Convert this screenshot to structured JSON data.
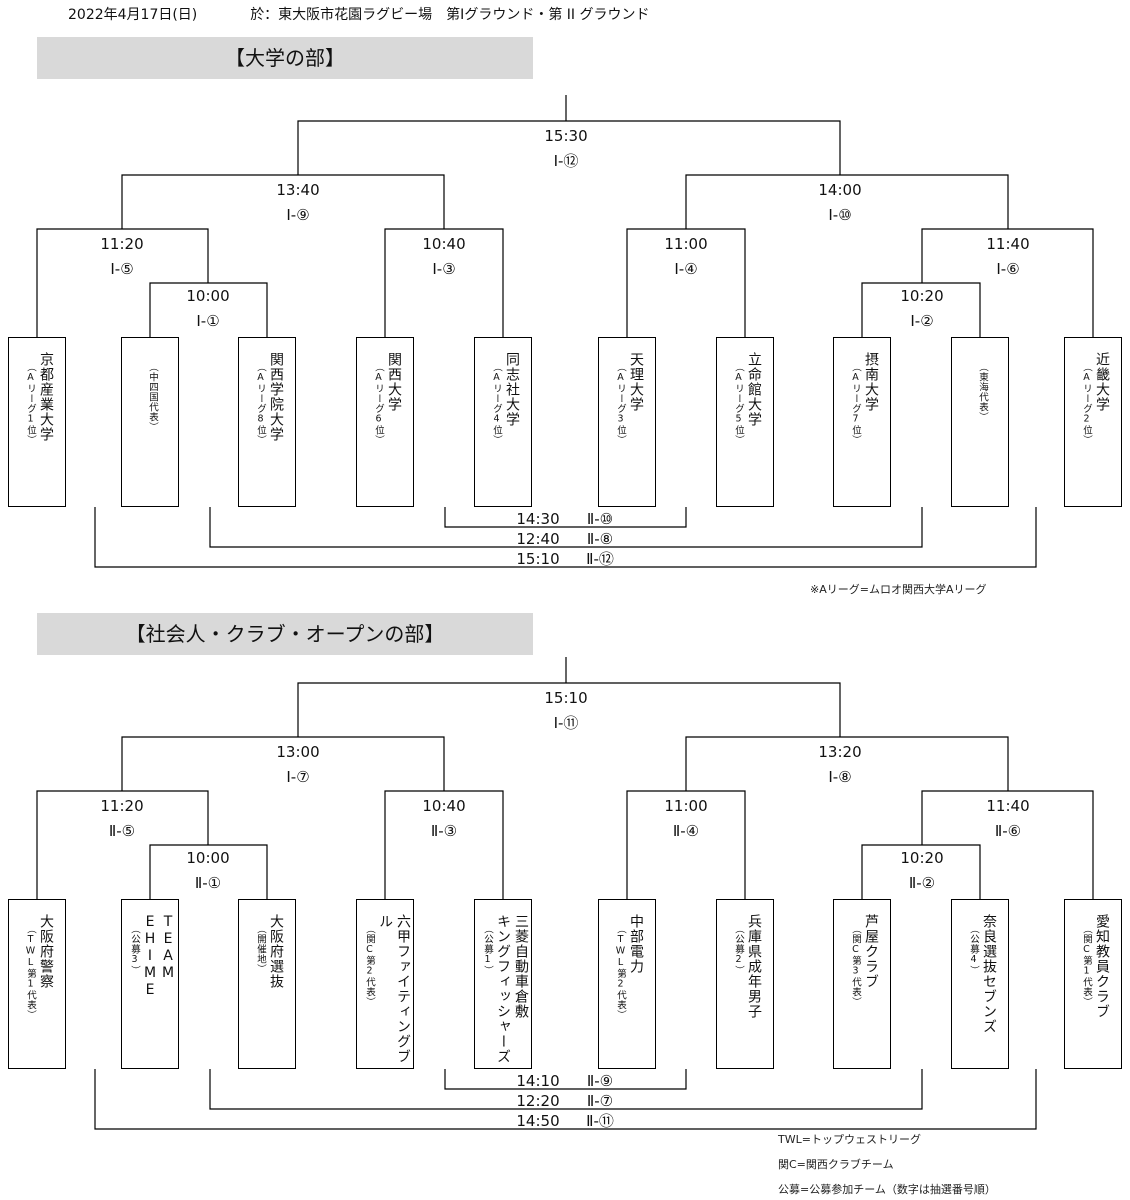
{
  "header": {
    "date": "2022年4月17日(日)",
    "venue": "於：東大阪市花園ラグビー場　第Iグラウンド・第 II グラウンド"
  },
  "university": {
    "title": "【大学の部】",
    "teams": [
      {
        "name": "京都産業大学",
        "sub": "（Aリーグ1位）"
      },
      {
        "name": "",
        "sub": "（中四国代表）"
      },
      {
        "name": "関西学院大学",
        "sub": "（Aリーグ8位）"
      },
      {
        "name": "関西大学",
        "sub": "（Aリーグ6位）"
      },
      {
        "name": "同志社大学",
        "sub": "（Aリーグ4位）"
      },
      {
        "name": "天理大学",
        "sub": "（Aリーグ3位）"
      },
      {
        "name": "立命館大学",
        "sub": "（Aリーグ5位）"
      },
      {
        "name": "摂南大学",
        "sub": "（Aリーグ7位）"
      },
      {
        "name": "",
        "sub": "（東海代表）"
      },
      {
        "name": "近畿大学",
        "sub": "（Aリーグ2位）"
      }
    ],
    "matches": [
      {
        "time": "10:00",
        "ground": "Ⅰ-①"
      },
      {
        "time": "10:20",
        "ground": "Ⅰ-②"
      },
      {
        "time": "11:20",
        "ground": "Ⅰ-⑤"
      },
      {
        "time": "10:40",
        "ground": "Ⅰ-③"
      },
      {
        "time": "11:00",
        "ground": "Ⅰ-④"
      },
      {
        "time": "11:40",
        "ground": "Ⅰ-⑥"
      },
      {
        "time": "13:40",
        "ground": "Ⅰ-⑨"
      },
      {
        "time": "14:00",
        "ground": "Ⅰ-⑩"
      },
      {
        "time": "15:30",
        "ground": "Ⅰ-⑫"
      }
    ],
    "consolation": [
      {
        "time": "14:30",
        "ground": "Ⅱ-⑩"
      },
      {
        "time": "12:40",
        "ground": "Ⅱ-⑧"
      },
      {
        "time": "15:10",
        "ground": "Ⅱ-⑫"
      }
    ],
    "note": "※Aリーグ=ムロオ関西大学Aリーグ"
  },
  "society": {
    "title": "【社会人・クラブ・オープンの部】",
    "teams": [
      {
        "name": "大阪府警察",
        "sub": "（TWL第1代表）"
      },
      {
        "name": "TEAM EHIME",
        "sub": "（公募3）"
      },
      {
        "name": "大阪府選抜",
        "sub": "（開催地）"
      },
      {
        "name": "六甲ファイティングブル",
        "sub": "（関C第2代表）"
      },
      {
        "name": "三菱自動車倉敷 キングフィッシャーズ",
        "sub": "（公募1）"
      },
      {
        "name": "中部電力",
        "sub": "（TWL第2代表）"
      },
      {
        "name": "兵庫県成年男子",
        "sub": "（公募2）"
      },
      {
        "name": "芦屋クラブ",
        "sub": "（関C第3代表）"
      },
      {
        "name": "奈良選抜セブンズ",
        "sub": "（公募4）"
      },
      {
        "name": "愛知教員クラブ",
        "sub": "（関C第1代表）"
      }
    ],
    "matches": [
      {
        "time": "10:00",
        "ground": "Ⅱ-①"
      },
      {
        "time": "10:20",
        "ground": "Ⅱ-②"
      },
      {
        "time": "11:20",
        "ground": "Ⅱ-⑤"
      },
      {
        "time": "10:40",
        "ground": "Ⅱ-③"
      },
      {
        "time": "11:00",
        "ground": "Ⅱ-④"
      },
      {
        "time": "11:40",
        "ground": "Ⅱ-⑥"
      },
      {
        "time": "13:00",
        "ground": "Ⅰ-⑦"
      },
      {
        "time": "13:20",
        "ground": "Ⅰ-⑧"
      },
      {
        "time": "15:10",
        "ground": "Ⅰ-⑪"
      }
    ],
    "consolation": [
      {
        "time": "14:10",
        "ground": "Ⅱ-⑨"
      },
      {
        "time": "12:20",
        "ground": "Ⅱ-⑦"
      },
      {
        "time": "14:50",
        "ground": "Ⅱ-⑪"
      }
    ],
    "notes": [
      "TWL=トップウェストリーグ",
      "関C=関西クラブチーム",
      "公募=公募参加チーム（数字は抽選番号順）"
    ]
  }
}
